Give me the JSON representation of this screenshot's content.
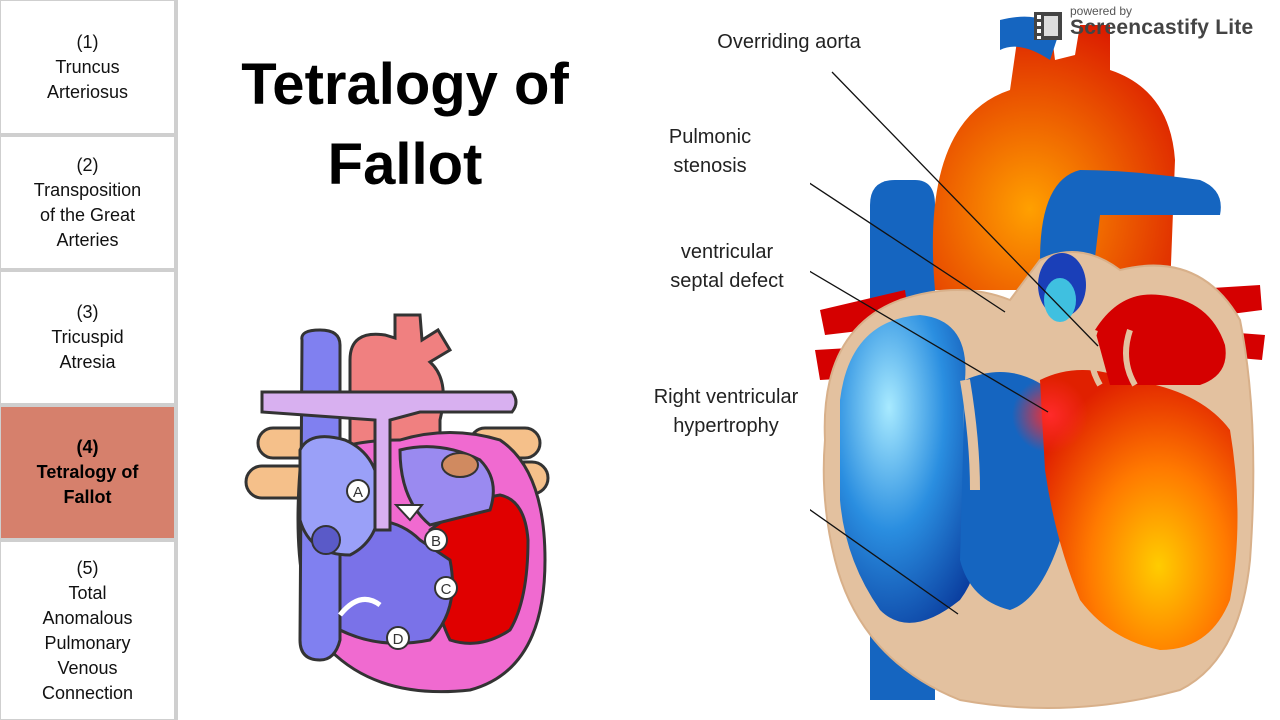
{
  "sidebar": {
    "items": [
      {
        "label": "(1)\nTruncus\nArteriosus",
        "active": false
      },
      {
        "label": "(2)\nTransposition\nof the Great\nArteries",
        "active": false
      },
      {
        "label": "(3)\nTricuspid\nAtresia",
        "active": false
      },
      {
        "label": "(4)\nTetralogy of\nFallot",
        "active": true
      },
      {
        "label": "(5)\nTotal\nAnomalous\nPulmonary\nVenous\nConnection",
        "active": false
      }
    ]
  },
  "title": "Tetralogy of\nFallot",
  "diagram_small": {
    "markers": [
      "A",
      "B",
      "C",
      "D"
    ]
  },
  "diagram_large": {
    "annotations": [
      {
        "text": "Overriding aorta"
      },
      {
        "text": "Pulmonic\nstenosis"
      },
      {
        "text": "ventricular\nseptal defect"
      },
      {
        "text": "Right ventricular\nhypertrophy"
      }
    ]
  },
  "watermark": {
    "powered_by": "powered by",
    "brand": "Screencastify Lite"
  },
  "colors": {
    "active_item": "#d6806c",
    "deoxygenated_blue": "#1565c0",
    "oxygenated_red": "#e53935",
    "muscle_tan": "#e3c19f"
  }
}
